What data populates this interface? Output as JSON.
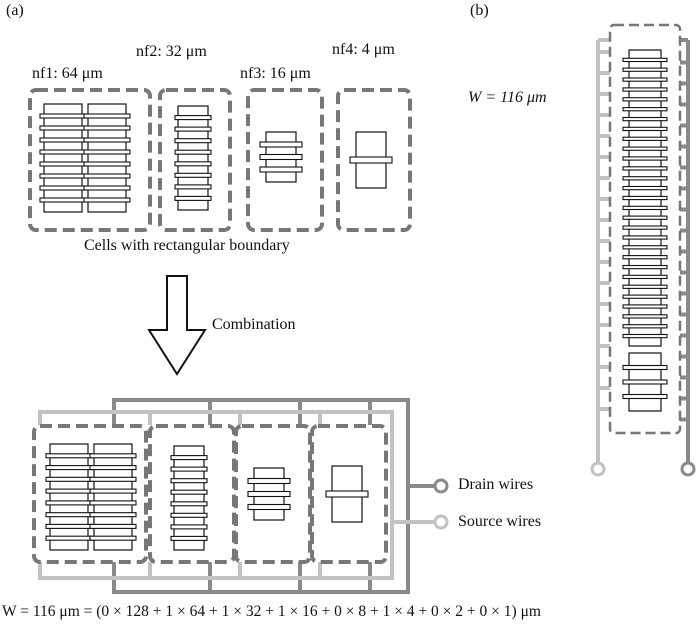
{
  "panel_a": {
    "label": "(a)",
    "cells": [
      {
        "name": "nf1: 64 μm"
      },
      {
        "name": "nf2: 32 μm"
      },
      {
        "name": "nf3: 16 μm"
      },
      {
        "name": "nf4: 4 μm"
      }
    ],
    "caption": "Cells with rectangular boundary",
    "arrow_label": "Combination",
    "drain_label": "Drain wires",
    "source_label": "Source wires",
    "equation": "W = 116 μm = (0 × 128 + 1 × 64 + 1 × 32 + 1 × 16 + 0 × 8 + 1 × 4 + 0 × 2 + 0 × 1) μm"
  },
  "panel_b": {
    "label": "(b)",
    "width_label": "W = 116 μm"
  },
  "colors": {
    "boundary": "#777777",
    "drain": "#8a8a8a",
    "source": "#c2c2c2",
    "ink": "#111111"
  }
}
